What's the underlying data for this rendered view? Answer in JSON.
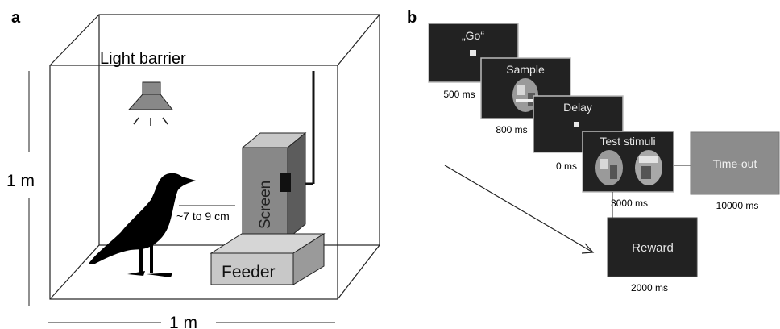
{
  "panel_a": {
    "letter": "a",
    "light_barrier_label": "Light barrier",
    "screen_label": "Screen",
    "distance_label": "~7 to 9 cm",
    "feeder_label": "Feeder",
    "height_label": "1 m",
    "width_label": "1 m"
  },
  "panel_b": {
    "letter": "b",
    "go_label": "„Go“",
    "go_duration": "500 ms",
    "sample_label": "Sample",
    "sample_duration": "800 ms",
    "delay_label": "Delay",
    "delay_duration": "0 ms",
    "test_label": "Test stimuli",
    "test_duration": "3000 ms",
    "timeout_label": "Time-out",
    "timeout_duration": "10000 ms",
    "reward_label": "Reward",
    "reward_duration": "2000 ms"
  },
  "colors": {
    "screen_panel": "#222222",
    "timeout_panel": "#8c8c8c",
    "box_lines": "#222222",
    "screen_block_front": "#888888",
    "screen_block_side": "#5c5c5c",
    "feeder_face": "#c8c8c8",
    "crow": "#000000"
  }
}
